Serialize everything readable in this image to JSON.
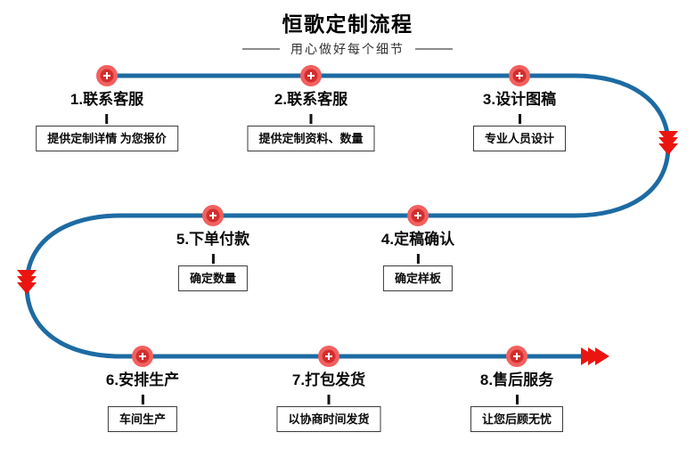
{
  "header": {
    "title": "恒歌定制流程",
    "subtitle": "用心做好每个细节"
  },
  "steps": [
    {
      "label": "1.联系客服",
      "desc": "提供定制详情 为您报价"
    },
    {
      "label": "2.联系客服",
      "desc": "提供定制资料、数量"
    },
    {
      "label": "3.设计图稿",
      "desc": "专业人员设计"
    },
    {
      "label": "4.定稿确认",
      "desc": "确定样板"
    },
    {
      "label": "5.下单付款",
      "desc": "确定数量"
    },
    {
      "label": "6.安排生产",
      "desc": "车间生产"
    },
    {
      "label": "7.打包发货",
      "desc": "以协商时间发货"
    },
    {
      "label": "8.售后服务",
      "desc": "让您后顾无忧"
    }
  ],
  "icons": {
    "marker": "plus-icon",
    "curve_arrows": "triple-chevron-down-icon",
    "end_arrow": "triple-chevron-right-icon"
  },
  "colors": {
    "flow_line": "#1d6ba3",
    "arrow_red": "#ea1510",
    "marker_outer": "#f2605f",
    "marker_inner": "#d32e2e",
    "marker_plus": "#ffffff",
    "box_border": "#3a3a3a",
    "text": "#0a0a0a",
    "subtitle_dash": "#8c8c8c"
  }
}
